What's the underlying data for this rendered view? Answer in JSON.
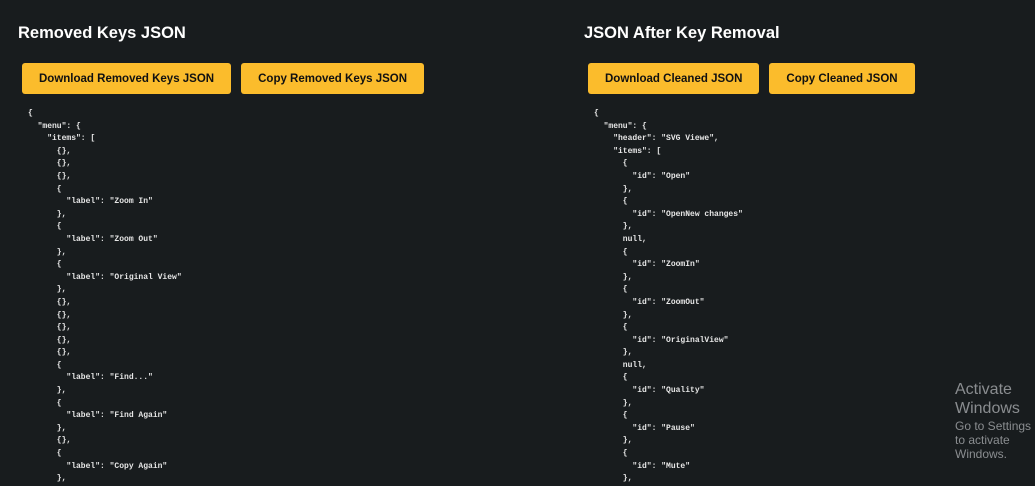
{
  "left": {
    "title": "Removed Keys JSON",
    "download_label": "Download Removed Keys JSON",
    "copy_label": "Copy Removed Keys JSON",
    "json": "{\n  \"menu\": {\n    \"items\": [\n      {},\n      {},\n      {},\n      {\n        \"label\": \"Zoom In\"\n      },\n      {\n        \"label\": \"Zoom Out\"\n      },\n      {\n        \"label\": \"Original View\"\n      },\n      {},\n      {},\n      {},\n      {},\n      {},\n      {\n        \"label\": \"Find...\"\n      },\n      {\n        \"label\": \"Find Again\"\n      },\n      {},\n      {\n        \"label\": \"Copy Again\"\n      },"
  },
  "right": {
    "title": "JSON After Key Removal",
    "download_label": "Download Cleaned JSON",
    "copy_label": "Copy Cleaned JSON",
    "json": "{\n  \"menu\": {\n    \"header\": \"SVG Viewe\",\n    \"items\": [\n      {\n        \"id\": \"Open\"\n      },\n      {\n        \"id\": \"OpenNew changes\"\n      },\n      null,\n      {\n        \"id\": \"ZoomIn\"\n      },\n      {\n        \"id\": \"ZoomOut\"\n      },\n      {\n        \"id\": \"OriginalView\"\n      },\n      null,\n      {\n        \"id\": \"Quality\"\n      },\n      {\n        \"id\": \"Pause\"\n      },\n      {\n        \"id\": \"Mute\"\n      },"
  },
  "watermark": {
    "line1": "Activate Windows",
    "line2": "Go to Settings to activate Windows."
  },
  "colors": {
    "background": "#181c1e",
    "accent": "#fbbc2c"
  }
}
